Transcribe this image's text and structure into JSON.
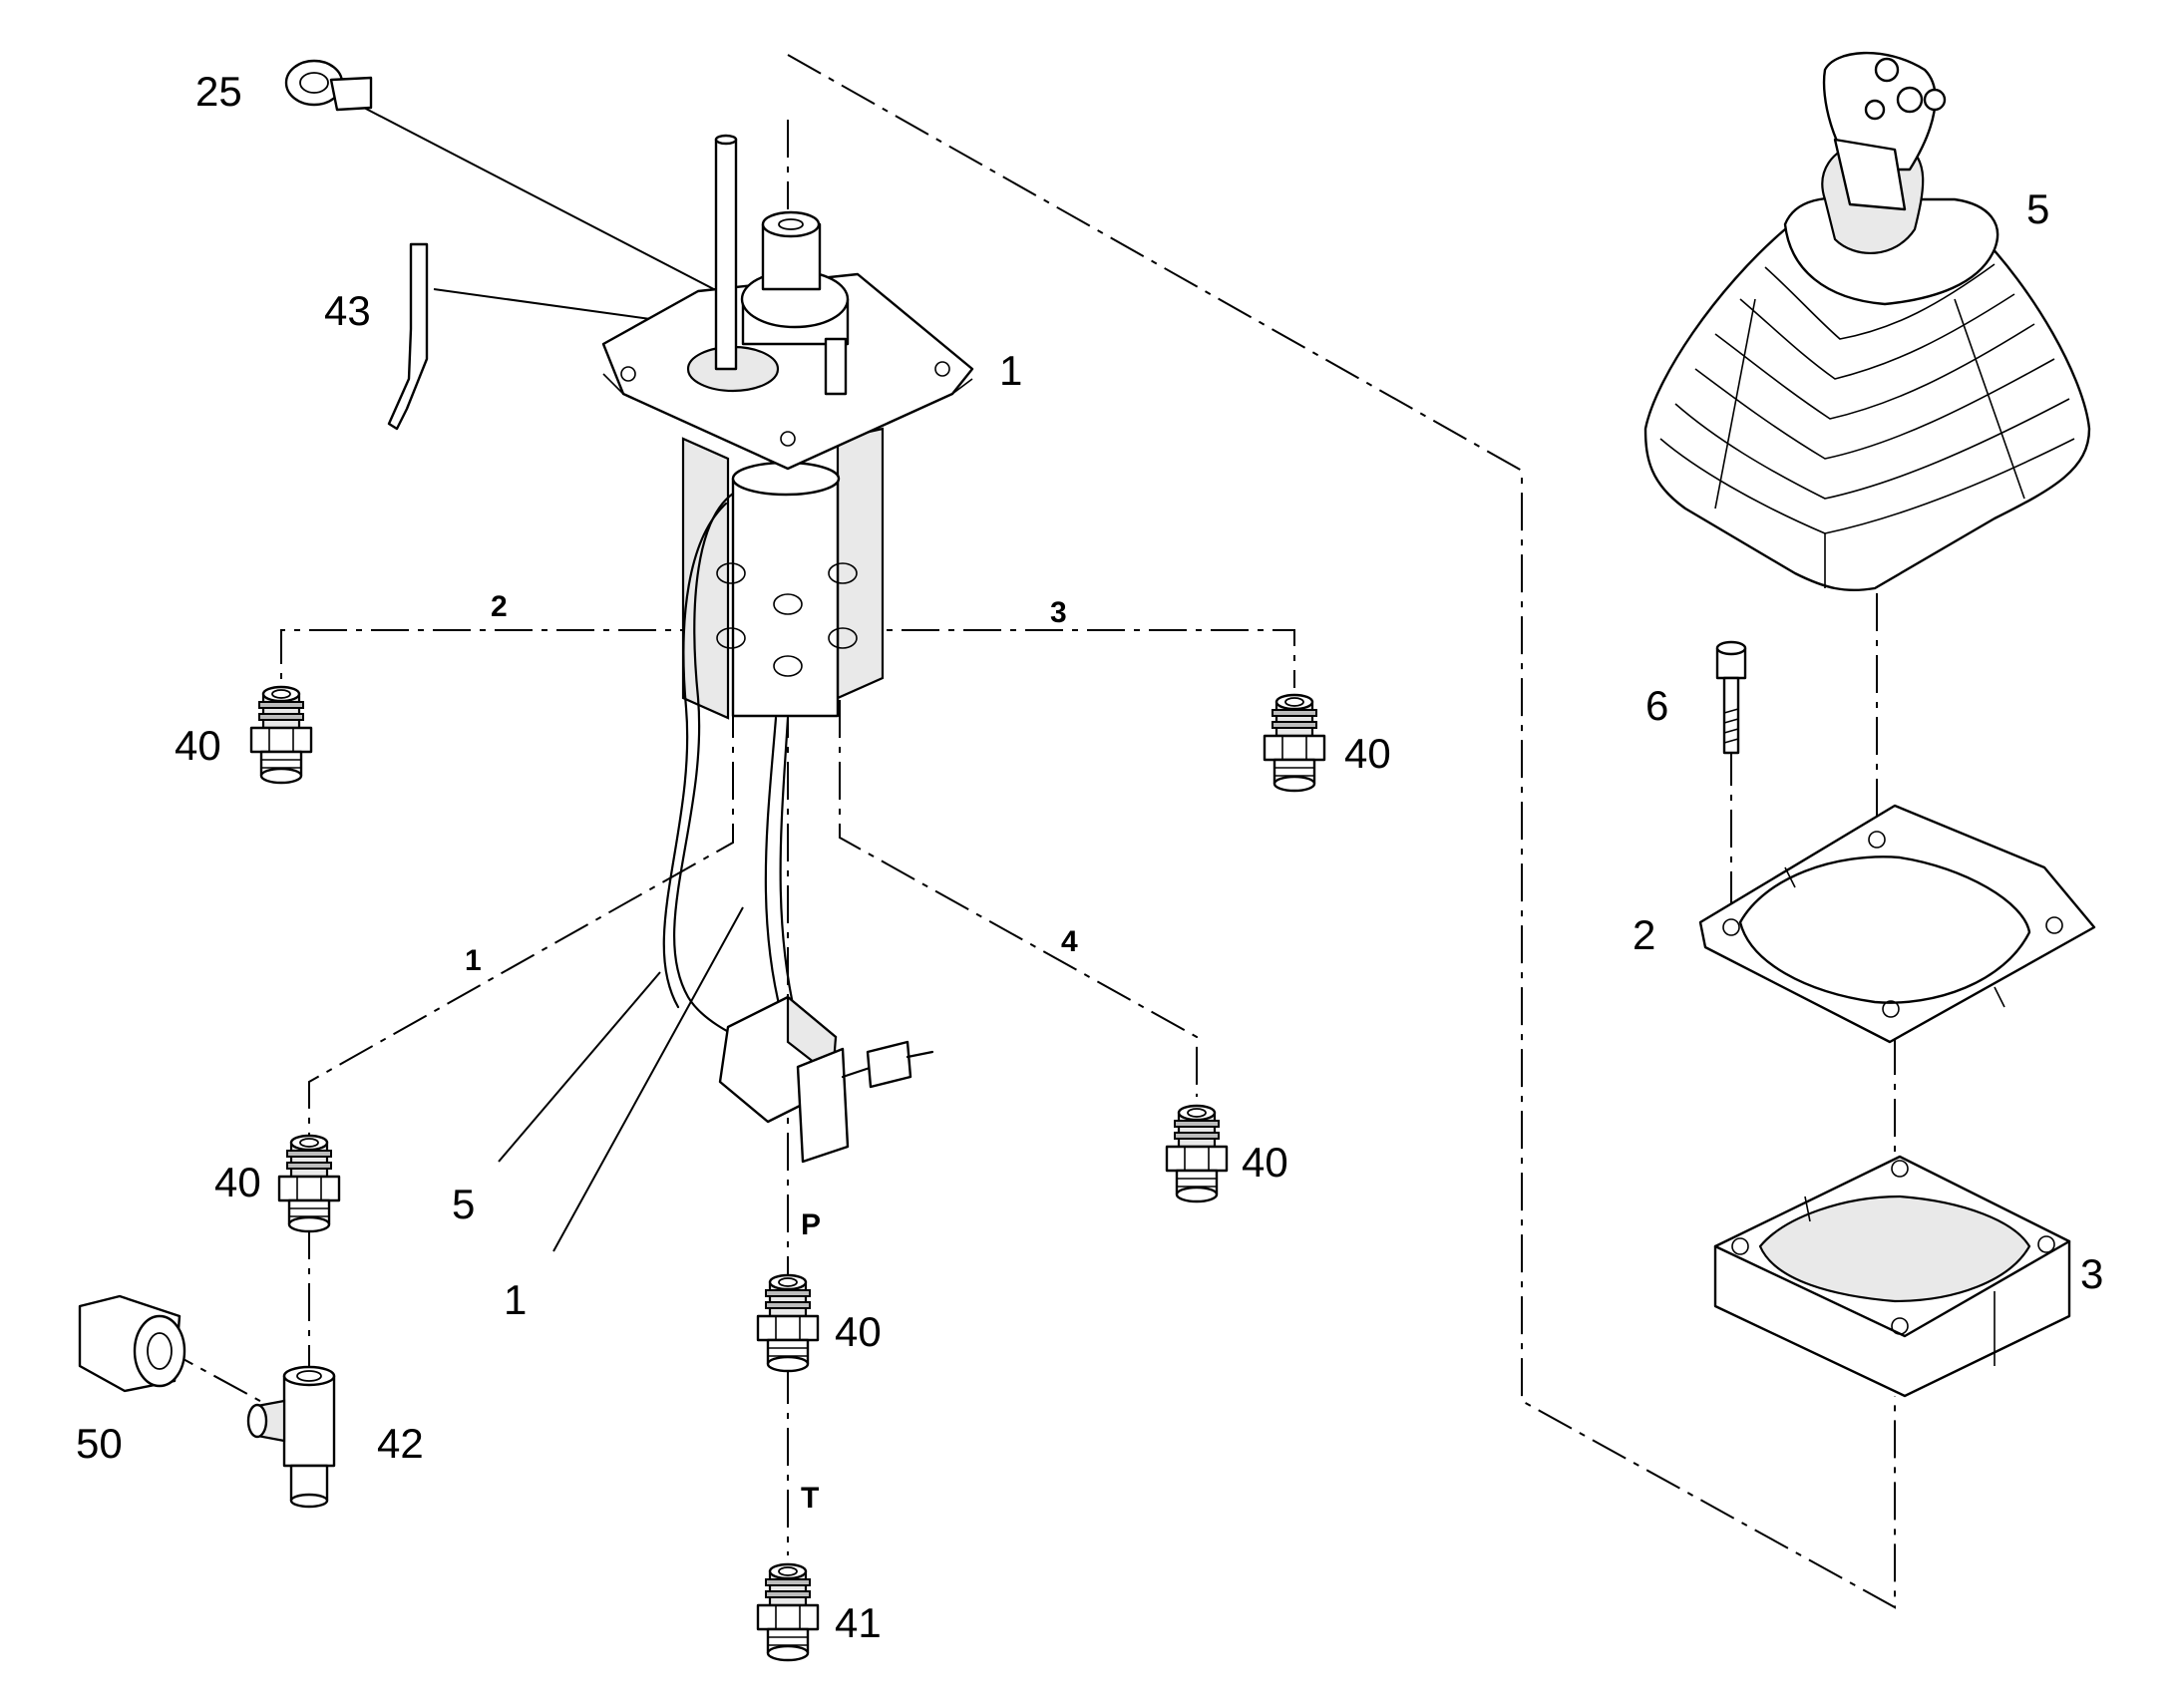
{
  "callouts": {
    "c25": "25",
    "c43": "43",
    "c1_top": "1",
    "c40_left": "40",
    "c40_right": "40",
    "c40_lower_left": "40",
    "c5_cable": "5",
    "c1_cable": "1",
    "c40_lower_right": "40",
    "c40_p": "40",
    "c41": "41",
    "c50": "50",
    "c42": "42",
    "c5_boot": "5",
    "c6": "6",
    "c2": "2",
    "c3": "3"
  },
  "ports": {
    "p2": "2",
    "p3": "3",
    "p1": "1",
    "p4": "4",
    "pP": "P",
    "pT": "T"
  },
  "icons": {
    "fitting": "hydraulic-fitting-icon",
    "clamp": "cable-clamp-icon",
    "boot": "rubber-boot-icon"
  },
  "colors": {
    "line": "#000000",
    "background": "#ffffff",
    "shade": "#e9e9e9"
  }
}
